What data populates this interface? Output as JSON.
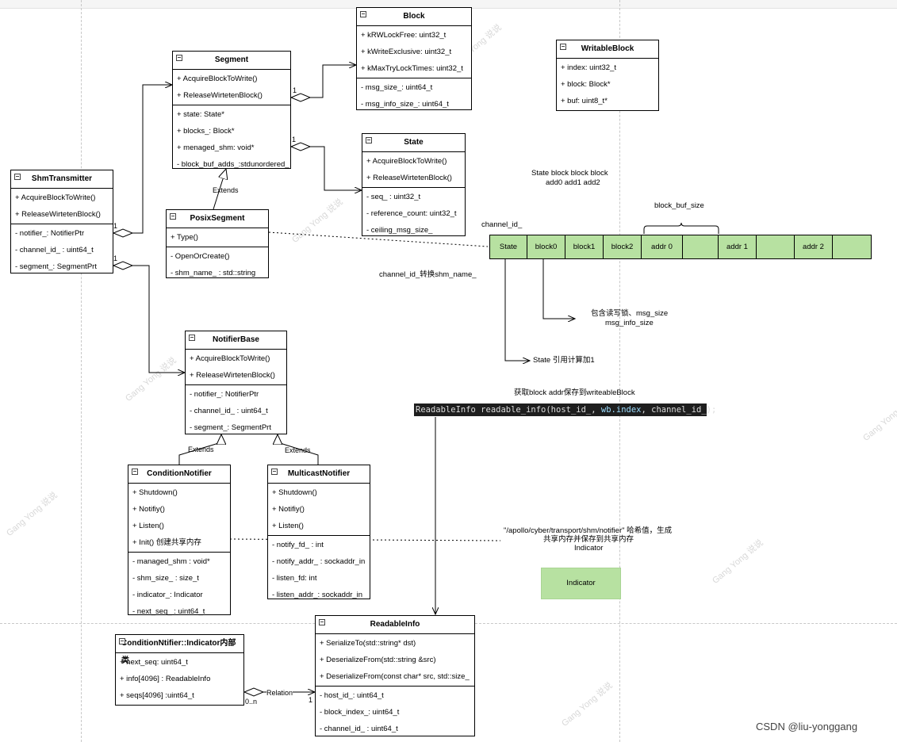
{
  "classes": {
    "block": {
      "name": "Block",
      "methods": [],
      "fields": [
        "+ kRWLockFree: uint32_t",
        "+ kWriteExclusive: uint32_t",
        "+ kMaxTryLockTimes: uint32_t"
      ],
      "fields2": [
        "- msg_size_: uint64_t",
        "- msg_info_size_: uint64_t"
      ]
    },
    "writable_block": {
      "name": "WritableBlock",
      "fields": [
        "+ index: uint32_t",
        "+ block: Block*",
        "+ buf: uint8_t*"
      ]
    },
    "segment": {
      "name": "Segment",
      "methods": [
        "+ AcquireBlockToWrite()",
        "+ ReleaseWirtetenBlock()"
      ],
      "fields": [
        "+ state: State*",
        "+ blocks_: Block*",
        "+ menaged_shm: void*",
        "- block_buf_adds_:stdunordered_"
      ]
    },
    "state": {
      "name": "State",
      "methods": [
        "+ AcquireBlockToWrite()",
        "+ ReleaseWirtetenBlock()"
      ],
      "fields": [
        "- seq_ : uint32_t",
        "- reference_count: uint32_t",
        "- ceiling_msg_size_"
      ]
    },
    "shm_transmitter": {
      "name": "ShmTransmitter",
      "methods": [
        "+ AcquireBlockToWrite()",
        "+ ReleaseWirtetenBlock()"
      ],
      "fields": [
        "- notifier_: NotifierPtr",
        "- channel_id_ :  uint64_t",
        "- segment_: SegmentPrt"
      ]
    },
    "posix_segment": {
      "name": "PosixSegment",
      "methods": [
        "+ Type()"
      ],
      "fields": [
        "- OpenOrCreate()",
        "- shm_name_ : std::string"
      ]
    },
    "notifier_base": {
      "name": "NotifierBase",
      "methods": [
        "+ AcquireBlockToWrite()",
        "+ ReleaseWirtetenBlock()"
      ],
      "fields": [
        "- notifier_: NotifierPtr",
        "- channel_id_ :  uint64_t",
        "- segment_: SegmentPrt"
      ]
    },
    "condition_notifier": {
      "name": "ConditionNotifier",
      "methods": [
        "+ Shutdown()",
        "+ Notifiy()",
        "+ Listen()",
        "+ Init() 创建共享内存"
      ],
      "fields": [
        "- managed_shm : void*",
        "- shm_size_ : size_t",
        "- indicator_: Indicator",
        "- next_seq_ : uint64_t"
      ]
    },
    "multicast_notifier": {
      "name": "MulticastNotifier",
      "methods": [
        "+ Shutdown()",
        "+ Notifiy()",
        "+ Listen()"
      ],
      "fields": [
        "- notify_fd_ : int",
        "- notify_addr_ : sockaddr_in",
        "- listen_fd: int",
        "- listen_addr_: sockaddr_in"
      ]
    },
    "indicator_class": {
      "name": "ConditionNtifier::Indicator内部类",
      "fields": [
        "+ next_seq: uint64_t",
        "+ info[4096] : ReadableInfo",
        "+ seqs[4096] :uint64_t"
      ]
    },
    "readable_info": {
      "name": "ReadableInfo",
      "methods": [
        "+ SerializeTo(std::string* dst)",
        "+ DeserializeFrom(std::string &src)",
        "+ DeserializeFrom(const char* src, std::size_"
      ],
      "fields": [
        "- host_id_: uint64_t",
        "- block_index_: uint64_t",
        "- channel_id_ :  uint64_t"
      ]
    }
  },
  "relations": {
    "extends": "Extends",
    "relation": "Relation",
    "mult_one": "1",
    "mult_zero_n": "0..n"
  },
  "memory": {
    "cells": [
      "State",
      "block0",
      "block1",
      "block2",
      "addr 0",
      "",
      "addr 1",
      "",
      "addr 2",
      ""
    ],
    "channel_id": "channel_id_",
    "block_buf_size": "block_buf_size",
    "top_labels_line1": "State block      block block",
    "top_labels_line2": "add0   add1 add2",
    "convert": "channel_id_转换shm_name_",
    "lock_note_1": "包含读写锁、msg_size",
    "lock_note_2": "msg_info_size",
    "ref_note": "State 引用计算加1",
    "fetch_note": "获取block  addr保存到writeableBlock"
  },
  "code": {
    "text_before": "ReadableInfo readable_info(host_id_, ",
    "kw": "wb.index",
    ". ": "",
    "text_after": ", channel_id_);"
  },
  "notifier_note": {
    "line1": "\"/apollo/cyber/transport/shm/notifier\" 哈希值，生成",
    "line2": "共享内存并保存到共享内存",
    "line3": "Indicator"
  },
  "indicator_box": "Indicator",
  "credit": "CSDN @liu-yonggang",
  "watermark": "Gang Yong 说说"
}
